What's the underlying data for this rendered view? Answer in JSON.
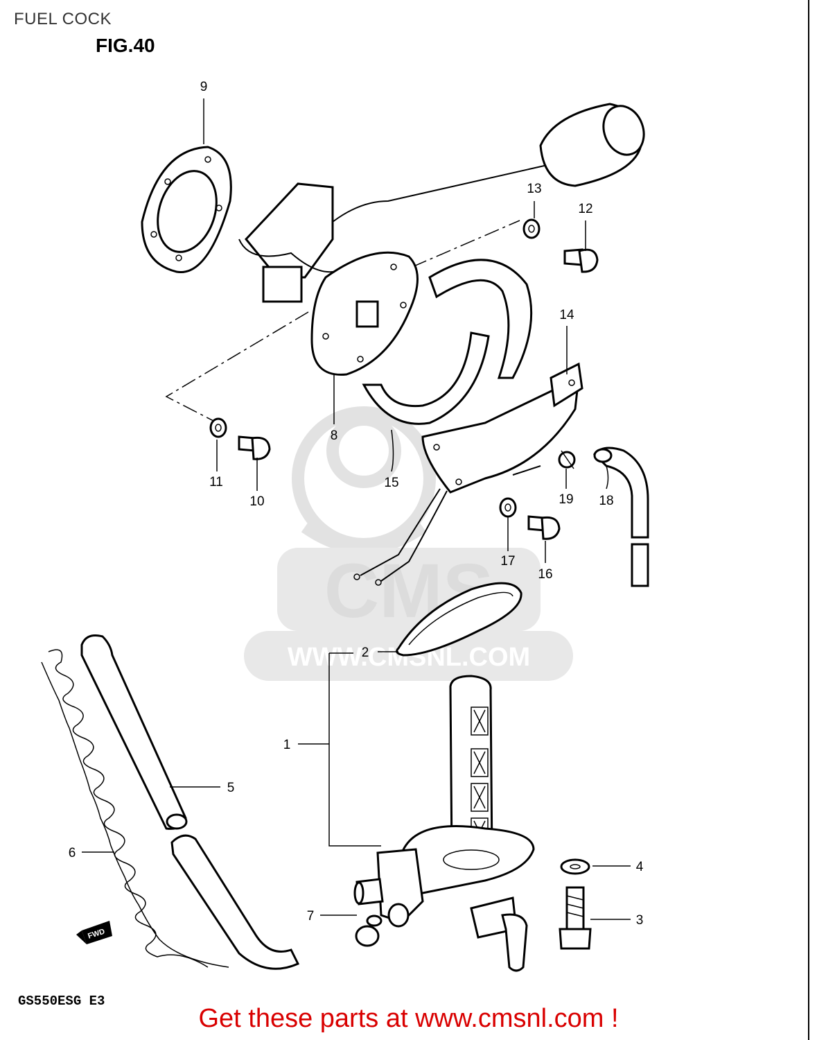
{
  "header": {
    "title": "FUEL COCK",
    "figure": "FIG.40"
  },
  "callouts": [
    {
      "id": "9",
      "label": "9"
    },
    {
      "id": "13",
      "label": "13"
    },
    {
      "id": "12",
      "label": "12"
    },
    {
      "id": "14",
      "label": "14"
    },
    {
      "id": "8",
      "label": "8"
    },
    {
      "id": "11",
      "label": "11"
    },
    {
      "id": "10",
      "label": "10"
    },
    {
      "id": "15",
      "label": "15"
    },
    {
      "id": "19",
      "label": "19"
    },
    {
      "id": "18",
      "label": "18"
    },
    {
      "id": "17",
      "label": "17"
    },
    {
      "id": "16",
      "label": "16"
    },
    {
      "id": "2",
      "label": "2"
    },
    {
      "id": "1",
      "label": "1"
    },
    {
      "id": "5",
      "label": "5"
    },
    {
      "id": "6",
      "label": "6"
    },
    {
      "id": "4",
      "label": "4"
    },
    {
      "id": "7",
      "label": "7"
    },
    {
      "id": "3",
      "label": "3"
    }
  ],
  "direction_badge": "FWD",
  "model_code": "GS550ESG E3",
  "watermark": {
    "logo_text": "CMS",
    "url_text": "WWW.CMSNL.COM"
  },
  "footer": {
    "link_text": "Get these parts at www.cmsnl.com !",
    "link_color": "#d90000"
  }
}
